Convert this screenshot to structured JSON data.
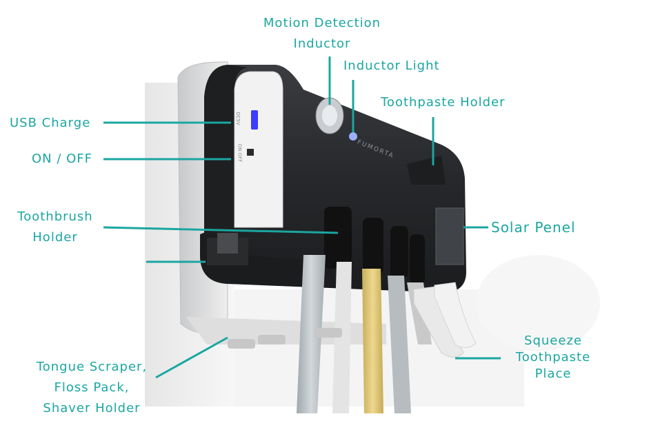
{
  "colors": {
    "label": "#1aa6a1",
    "leader": "#1aa6a1",
    "device_body": "#2a2c30",
    "wall": "#f0f0f0",
    "handle_yellow": "#e8cf7a"
  },
  "device": {
    "brand_text": "FUMORTA",
    "side_text_top": "DC5V",
    "side_text_bottom": "ON OFF"
  },
  "labels": {
    "motion_line1": "Motion Detection",
    "motion_line2": "Inductor",
    "inductor_light": "Inductor Light",
    "toothpaste_holder": "Toothpaste Holder",
    "usb_charge": "USB Charge",
    "on_off": "ON / OFF",
    "toothbrush_line1": "Toothbrush",
    "toothbrush_line2": "Holder",
    "solar_panel": "Solar Penel",
    "squeeze_line1": "Squeeze",
    "squeeze_line2": "Toothpaste",
    "squeeze_line3": "Place",
    "tongue_line1": "Tongue Scraper,",
    "tongue_line2": "Floss Pack,",
    "tongue_line3": "Shaver Holder"
  }
}
